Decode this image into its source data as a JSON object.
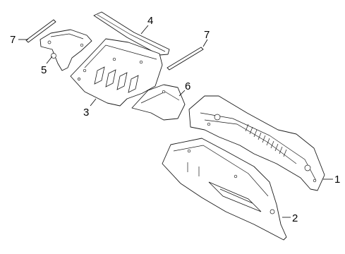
{
  "callouts": [
    {
      "id": "c1",
      "number": "1"
    },
    {
      "id": "c2",
      "number": "2"
    },
    {
      "id": "c3",
      "number": "3"
    },
    {
      "id": "c4",
      "number": "4"
    },
    {
      "id": "c5",
      "number": "5"
    },
    {
      "id": "c6",
      "number": "6"
    },
    {
      "id": "c7a",
      "number": "7"
    },
    {
      "id": "c7b",
      "number": "7"
    }
  ],
  "colors": {
    "line": "#1a1a1a",
    "background": "#ffffff"
  }
}
